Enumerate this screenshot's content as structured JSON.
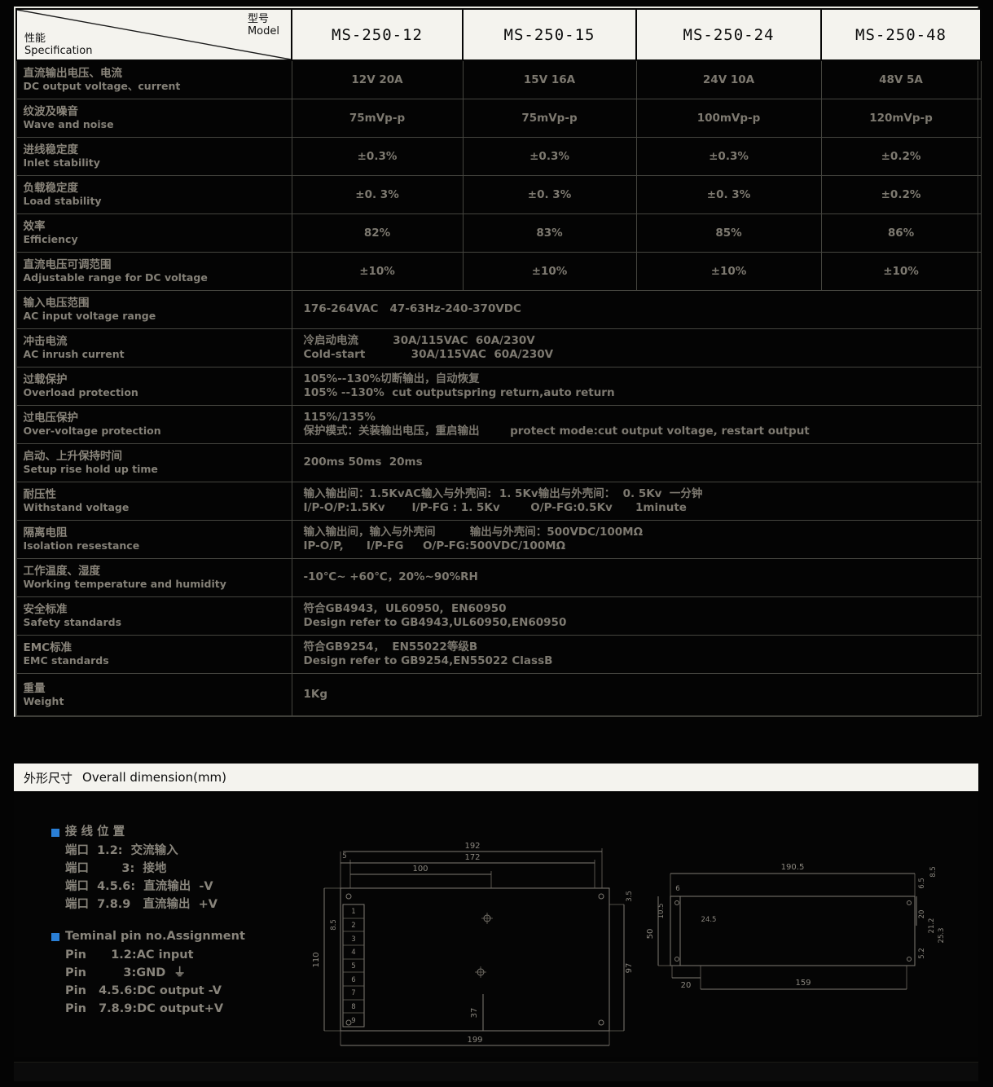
{
  "table": {
    "header": {
      "model_zh": "型号",
      "model_en": "Model",
      "spec_zh": "性能",
      "spec_en": "Specification",
      "models": [
        "MS-250-12",
        "MS-250-15",
        "MS-250-24",
        "MS-250-48"
      ]
    },
    "rows": [
      {
        "zh": "直流输出电压、电流",
        "en": "DC output voltage、current",
        "values": [
          "12V  20A",
          "15V  16A",
          "24V   10A",
          "48V  5A"
        ]
      },
      {
        "zh": "纹波及噪音",
        "en": "Wave and noise",
        "values": [
          "75mVp-p",
          "75mVp-p",
          "100mVp-p",
          "120mVp-p"
        ]
      },
      {
        "zh": "进线稳定度",
        "en": "Inlet stability",
        "values": [
          "±0.3%",
          "±0.3%",
          "±0.3%",
          "±0.2%"
        ]
      },
      {
        "zh": "负载稳定度",
        "en": "Load stability",
        "values": [
          "±0. 3%",
          "±0. 3%",
          "±0. 3%",
          "±0.2%"
        ]
      },
      {
        "zh": "效率",
        "en": "Efficiency",
        "values": [
          "82%",
          "83%",
          "85%",
          "86%"
        ]
      },
      {
        "zh": "直流电压可调范围",
        "en": "Adjustable range for DC voltage",
        "values": [
          "±10%",
          "±10%",
          "±10%",
          "±10%"
        ]
      },
      {
        "zh": "输入电压范围",
        "en": "AC input voltage range",
        "line1": "176-264VAC   47-63Hz-240-370VDC",
        "line2": ""
      },
      {
        "zh": "冲击电流",
        "en": "AC inrush current",
        "line1": "冷启动电流         30A/115VAC  60A/230V",
        "line2": "Cold-start            30A/115VAC  60A/230V"
      },
      {
        "zh": "过载保护",
        "en": "Overload protection",
        "line1": "105%--130%切断输出，自动恢复",
        "line2": "105% --130%  cut outputspring return,auto return"
      },
      {
        "zh": "过电压保护",
        "en": "Over-voltage protection",
        "line1": "115%/135%",
        "line2": "保护模式：关装输出电压，重启输出        protect mode:cut output voltage, restart output"
      },
      {
        "zh": "启动、上升保持时间",
        "en": "Setup rise hold up time",
        "line1": "200ms 50ms  20ms",
        "line2": ""
      },
      {
        "zh": "耐压性",
        "en": "Withstand voltage",
        "line1": "输入输出间：1.5KvAC输入与外壳间:  1. 5Kv输出与外壳间：  0. 5Kv  一分钟",
        "line2": "I/P-O/P:1.5Kv       I/P-FG : 1. 5Kv        O/P-FG:0.5Kv      1minute"
      },
      {
        "zh": "隔离电阻",
        "en": "Isolation resestance",
        "line1": "输入输出间，输入与外壳间         输出与外壳间：500VDC/100MΩ",
        "line2": "IP-O/P,      I/P-FG     O/P-FG:500VDC/100MΩ"
      },
      {
        "zh": "工作温度、湿度",
        "en": "Working temperature and humidity",
        "line1": "-10℃~ +60℃，20%~90%RH",
        "line2": ""
      },
      {
        "zh": "安全标准",
        "en": "Safety standards",
        "line1": "符合GB4943,  UL60950,  EN60950",
        "line2": "Design refer to GB4943,UL60950,EN60950"
      },
      {
        "zh": "EMC标准",
        "en": "EMC standards",
        "line1": "符合GB9254，  EN55022等级B",
        "line2": "Design refer to GB9254,EN55022 ClassB"
      },
      {
        "zh": "重量",
        "en": "Weight",
        "line1": "1Kg",
        "line2": ""
      }
    ]
  },
  "dimension_section": {
    "title_zh": "外形尺寸",
    "title_en": "Overall dimension(mm)",
    "wiring": {
      "heading": "接  线  位  置",
      "lines": [
        "端口  1.2:  交流输入",
        "端口        3:  接地",
        "端口  4.5.6:  直流输出  -V",
        "端口  7.8.9   直流输出  +V"
      ]
    },
    "pins_block": {
      "heading": "Teminal pin no.Assignment",
      "lines": [
        "Pin      1.2:AC input",
        "Pin         3:GND  ⏚",
        "Pin   4.5.6:DC output -V",
        "Pin   7.8.9:DC output+V"
      ]
    },
    "left_drawing": {
      "dims": {
        "d5": "5",
        "d100": "100",
        "d172": "172",
        "d192": "192",
        "d110": "110",
        "d97": "97",
        "d35": "3.5",
        "d37": "37",
        "d199": "199",
        "d85": "8.5"
      },
      "pins": [
        "1",
        "2",
        "3",
        "4",
        "5",
        "6",
        "7",
        "8",
        "9"
      ]
    },
    "right_drawing": {
      "dims": {
        "d1905": "190.5",
        "d6": "6",
        "d105": "10.5",
        "d245": "24.5",
        "d50": "50",
        "d20a": "20",
        "d159": "159",
        "d65": "6.5",
        "d85": "8.5",
        "d20b": "20",
        "d212": "21.2",
        "d253": "25.3",
        "d52": "5.2"
      }
    }
  }
}
